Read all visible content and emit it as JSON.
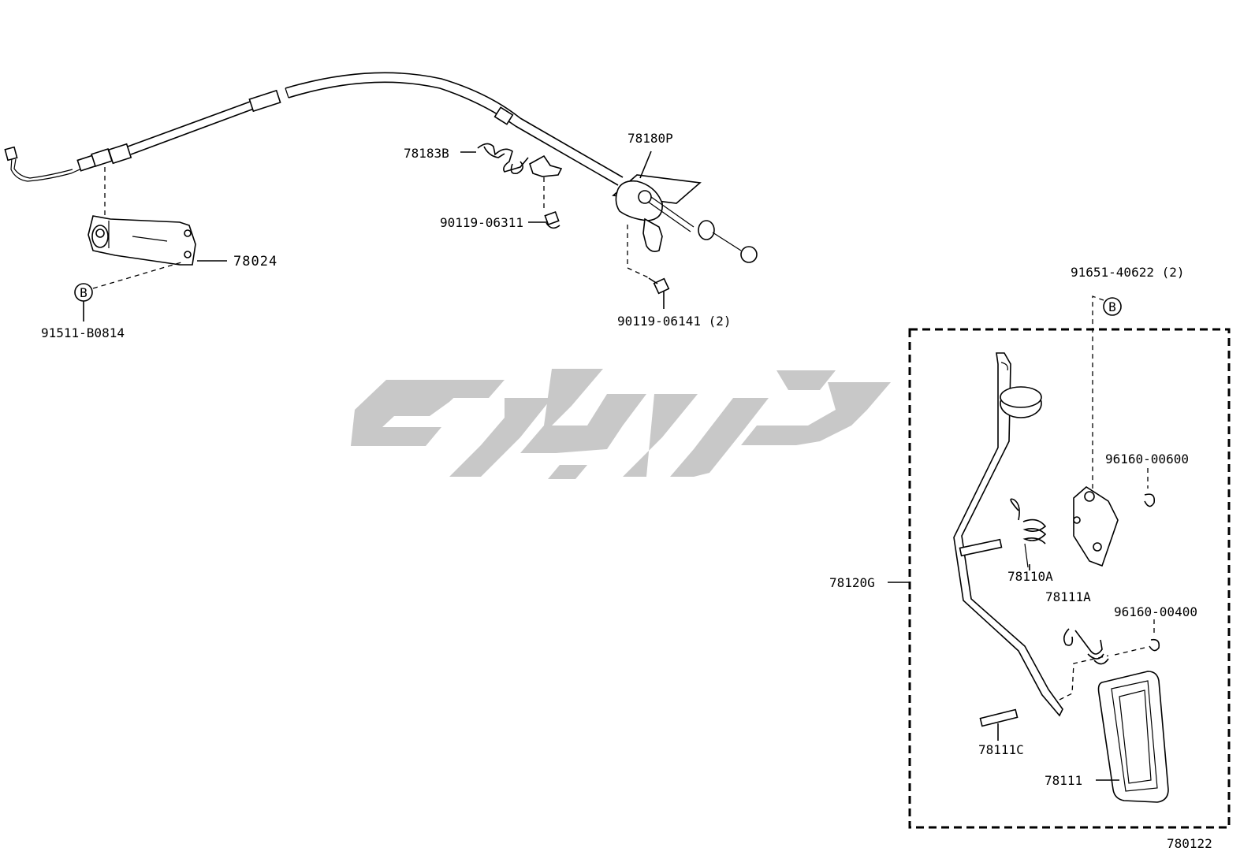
{
  "labels": {
    "p78024": "78024",
    "p91511": "91511-B0814",
    "p78183B": "78183B",
    "p90119_06311": "90119-06311",
    "p78180P": "78180P",
    "p90119_06141": "90119-06141 (2)",
    "p91651": "91651-40622 (2)",
    "p96160_00600": "96160-00600",
    "p78110A": "78110A",
    "p78120G": "78120G",
    "p78111A": "78111A",
    "p96160_00400": "96160-00400",
    "p78111C": "78111C",
    "p78111": "78111",
    "diagram_code": "780122",
    "callout_b_left": "B",
    "callout_b_right": "B"
  },
  "icons": {
    "watermark": "brand-logo-watermark"
  }
}
